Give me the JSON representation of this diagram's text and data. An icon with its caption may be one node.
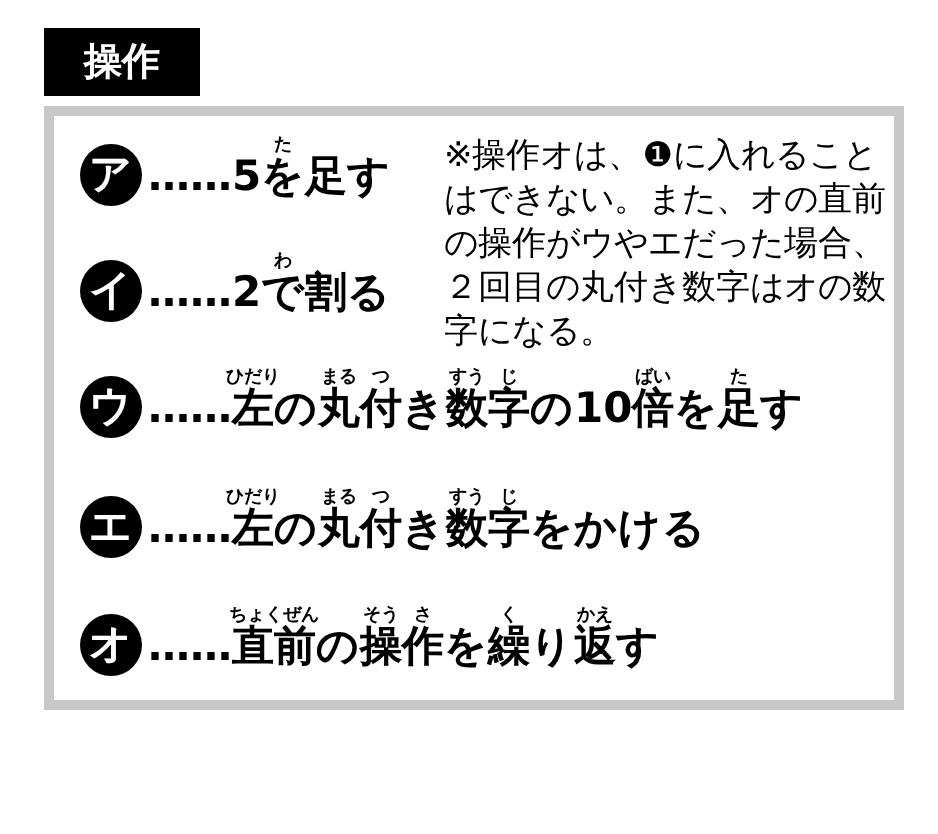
{
  "diagram": {
    "title": "操作",
    "nodes": [
      {
        "text": [],
        "shape": "box"
      },
      {
        "text": [
          "ア"
        ],
        "in": 0,
        "beside": [
          "……5を足す"
        ]
      },
      {
        "text": [
          "イ"
        ],
        "in": 0,
        "beside": [
          "……2で割る"
        ]
      },
      {
        "text": [
          "ウ"
        ],
        "in": 0,
        "beside": [
          "……左の丸付き数字の10倍を足す"
        ]
      },
      {
        "text": [
          "エ"
        ],
        "in": 0,
        "beside": [
          "……左の丸付き数字をかける"
        ]
      },
      {
        "text": [
          "オ"
        ],
        "in": 0,
        "beside": [
          "……直前の操作を繰り返す"
        ]
      }
    ],
    "labels": [
      "※操作オは、❶に入れることはできない。また、オの直前の操作がウやエだった場合、２回目の丸付き数字はオの数字になる。",
      "た",
      "わ",
      "ひだり",
      "まる",
      "つ",
      "すう",
      "じ",
      "ばい",
      "た",
      "ひだり",
      "まる",
      "つ",
      "すう",
      "じ",
      "ちょくぜん",
      "そう",
      "さ",
      "く",
      "かえ"
    ]
  }
}
